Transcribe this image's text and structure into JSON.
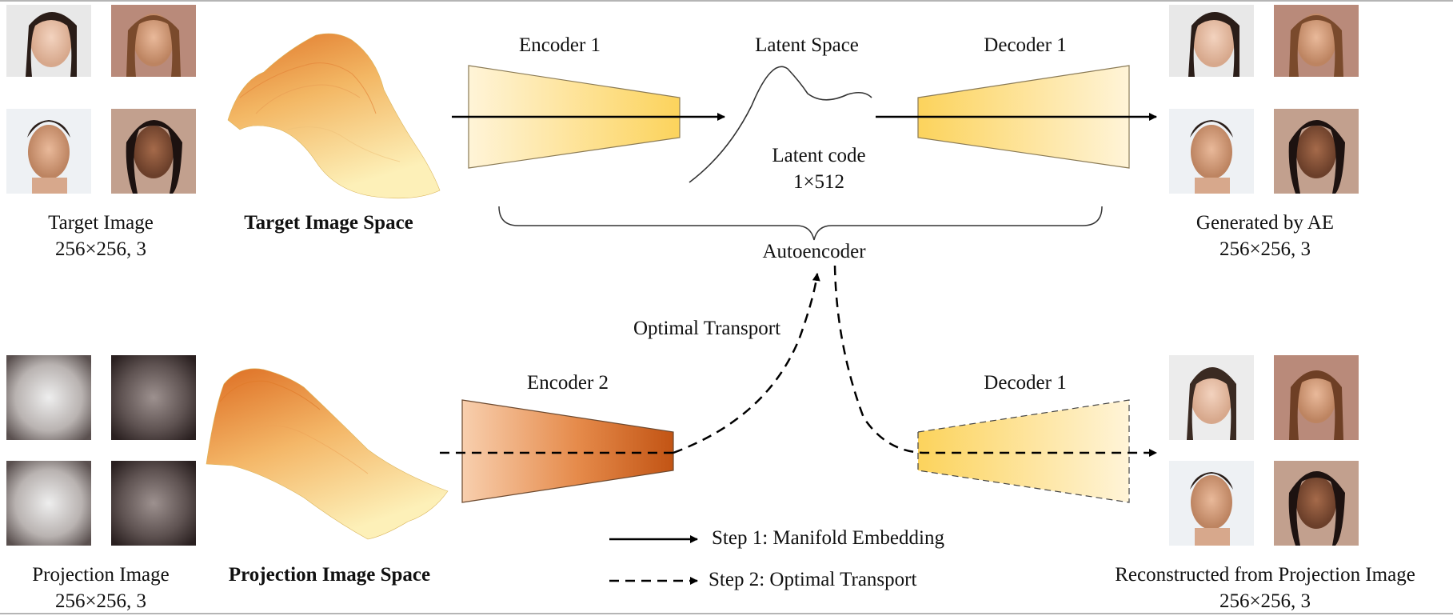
{
  "top": {
    "target_image_label": "Target Image",
    "target_image_size": "256×256, 3",
    "target_space_label": "Target Image Space",
    "encoder1_label": "Encoder 1",
    "latent_space_label": "Latent Space",
    "latent_code_label": "Latent code",
    "latent_code_size": "1×512",
    "decoder1_label": "Decoder 1",
    "autoencoder_label": "Autoencoder",
    "generated_label": "Generated by AE",
    "generated_size": "256×256, 3"
  },
  "bottom": {
    "optimal_transport_label": "Optimal Transport",
    "encoder2_label": "Encoder 2",
    "decoder1_label": "Decoder 1",
    "projection_image_label": "Projection Image",
    "projection_image_size": "256×256, 3",
    "projection_space_label": "Projection Image Space",
    "reconstructed_label": "Reconstructed from Projection Image",
    "reconstructed_size": "256×256, 3"
  },
  "legend": {
    "step1": "Step 1: Manifold Embedding",
    "step2": "Step 2: Optimal Transport"
  },
  "colors": {
    "encoder1_light": "#fff3d6",
    "encoder1_dark": "#fbd25a",
    "encoder2_light": "#f7c9a3",
    "encoder2_dark": "#c85a1a",
    "surface_orange": "#e07a2a",
    "surface_yellow": "#fbe49a"
  },
  "icons": {
    "face_thumbnails": "face-photo-icon",
    "blur_thumbnails": "blur-projection-icon"
  }
}
